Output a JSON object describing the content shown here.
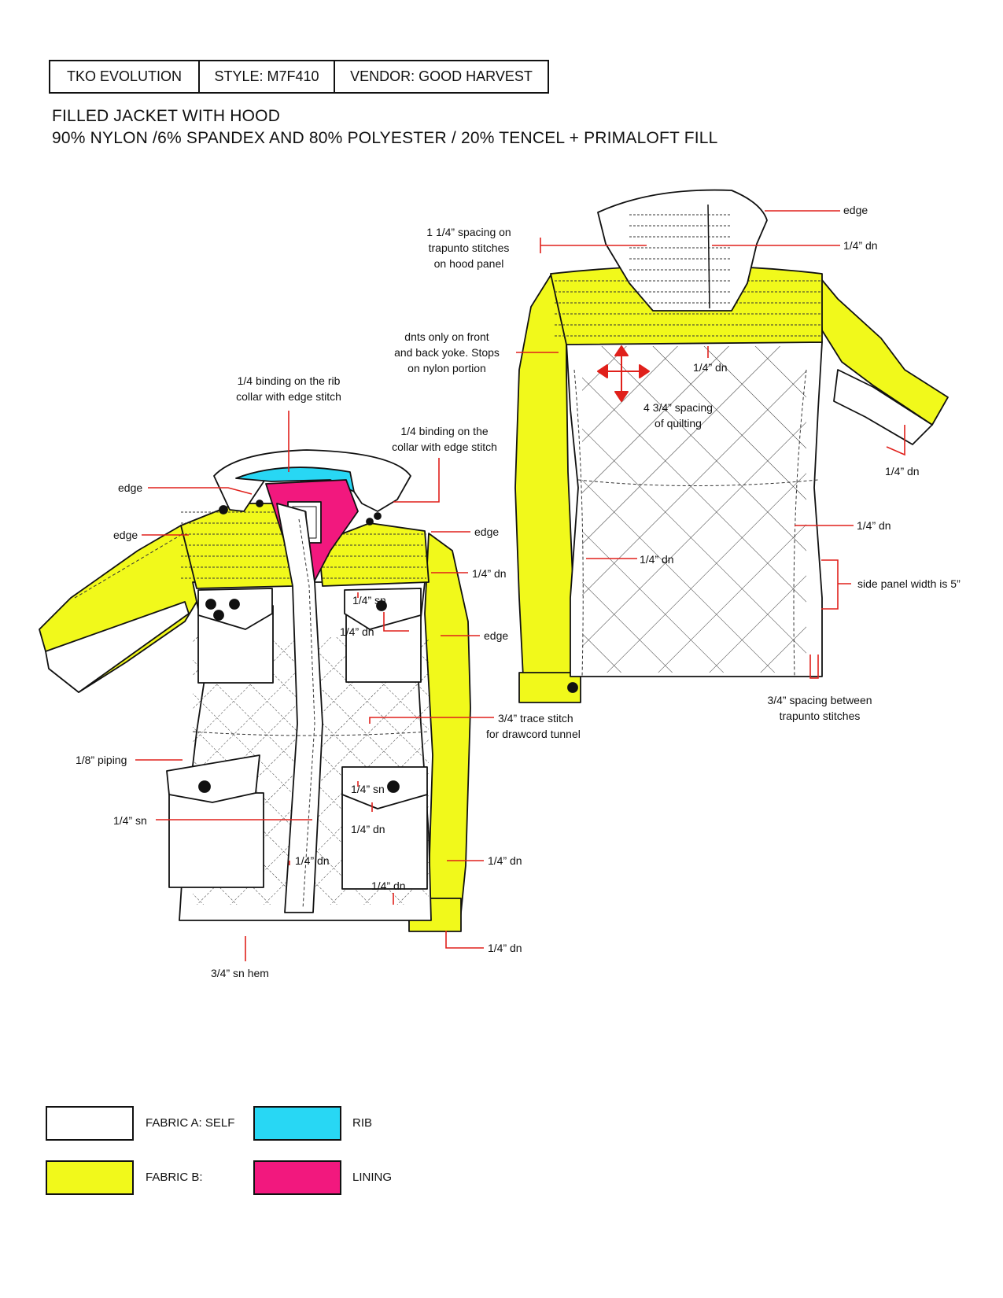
{
  "header": {
    "collection": "TKO EVOLUTION",
    "style": "STYLE: M7F410",
    "vendor": "VENDOR: GOOD HARVEST"
  },
  "description": {
    "line1": "FILLED JACKET WITH HOOD",
    "line2": "90% NYLON /6% SPANDEX AND 80% POLYESTER / 20% TENCEL + PRIMALOFT FILL"
  },
  "colors": {
    "fabric_a": "#ffffff",
    "fabric_b": "#f1f91b",
    "rib": "#28d7f4",
    "lining": "#f2187e",
    "callout": "#e0201b"
  },
  "front_callouts": {
    "binding_rib_1": "1/4 binding on the rib",
    "binding_rib_2": "collar with edge stitch",
    "binding_collar_1": "1/4 binding on the",
    "binding_collar_2": "collar with edge stitch",
    "edge_collar": "edge",
    "edge_shoulder_left": "edge",
    "edge_shoulder_right": "edge",
    "dn_sleeve_top": "1/4” dn",
    "sn_chest_flap": "1/4” sn",
    "dn_chest_pocket": "1/4” dn",
    "edge_sleeve": "edge",
    "trace_stitch_1": "3/4” trace stitch",
    "trace_stitch_2": "for drawcord tunnel",
    "piping": "1/8” piping",
    "sn_lower_flap": "1/4” sn",
    "dn_lower_pocket": "1/4” dn",
    "sn_placket": "1/4” sn",
    "dn_center": "1/4” dn",
    "dn_sleeve_lower": "1/4” dn",
    "dn_pocket_bottom": "1/4” dn",
    "dn_cuff": "1/4” dn",
    "hem": "3/4” sn hem"
  },
  "back_callouts": {
    "edge_hood": "edge",
    "dn_hood": "1/4” dn",
    "hood_spacing_1": "1 1/4” spacing on",
    "hood_spacing_2": "trapunto stitches",
    "hood_spacing_3": "on hood panel",
    "dnts_1": "dnts only on front",
    "dnts_2": "and back yoke. Stops",
    "dnts_3": "on nylon portion",
    "dn_yoke": "1/4” dn",
    "quilting_1": "4 3/4” spacing",
    "quilting_2": "of quilting",
    "dn_sleeve": "1/4” dn",
    "dn_side": "1/4” dn",
    "dn_back": "1/4” dn",
    "side_panel": "side panel width is 5”",
    "trapunto_1": "3/4” spacing between",
    "trapunto_2": "trapunto stitches"
  },
  "legend": [
    {
      "label": "FABRIC A: SELF",
      "color": "#ffffff"
    },
    {
      "label": "RIB",
      "color": "#28d7f4"
    },
    {
      "label": "FABRIC B:",
      "color": "#f1f91b"
    },
    {
      "label": "LINING",
      "color": "#f2187e"
    }
  ]
}
